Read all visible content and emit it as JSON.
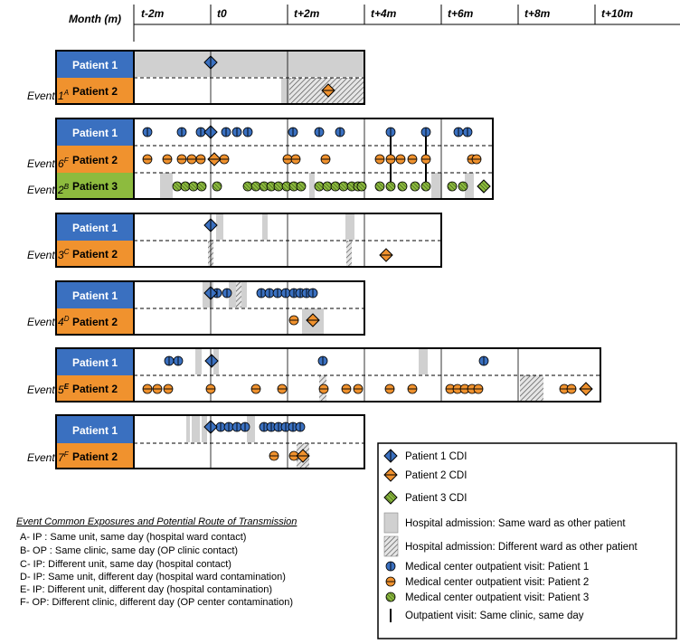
{
  "header": {
    "axis_label": "Month (m)",
    "ticks": [
      "t-2m",
      "t0",
      "t+2m",
      "t+4m",
      "t+6m",
      "t+8m",
      "t+10m"
    ]
  },
  "patients": {
    "p1": "Patient 1",
    "p2": "Patient 2",
    "p3": "Patient 3"
  },
  "colors": {
    "patient1": "#3a70c0",
    "patient2": "#f0922e",
    "patient3": "#8dbb3e",
    "admission_gray": "#cfcfcf"
  },
  "events": [
    {
      "label": "Event 1",
      "sup": "A"
    },
    {
      "label": "Event 6",
      "sup": "F"
    },
    {
      "label": "Event 2",
      "sup": "B"
    },
    {
      "label": "Event 3",
      "sup": "C"
    },
    {
      "label": "Event 4",
      "sup": "D"
    },
    {
      "label": "Event 5",
      "sup": "E"
    },
    {
      "label": "Event 7",
      "sup": "F"
    }
  ],
  "notes": {
    "title": "Event Common Exposures and Potential Route of Transmission",
    "items": [
      "A- IP : Same unit, same day (hospital ward contact)",
      "B- OP : Same clinic, same day (OP clinic contact)",
      "C- IP: Different unit, same day (hospital contact)",
      "D- IP: Same unit, different day (hospital ward contamination)",
      "E- IP: Different unit, different day (hospital contamination)",
      "F- OP: Different clinic, different day (OP center contamination)"
    ]
  },
  "legend": [
    {
      "icon": "patient1-cdi",
      "label": "Patient 1 CDI"
    },
    {
      "icon": "patient2-cdi",
      "label": "Patient 2 CDI"
    },
    {
      "icon": "patient3-cdi",
      "label": "Patient 3 CDI"
    },
    {
      "icon": "admission-same-ward",
      "label": "Hospital admission: Same ward as other patient"
    },
    {
      "icon": "admission-different-ward",
      "label": "Hospital admission: Different ward as other patient"
    },
    {
      "icon": "patient1-visit",
      "label": "Medical center outpatient visit: Patient 1"
    },
    {
      "icon": "patient2-visit",
      "label": "Medical center outpatient visit: Patient 2"
    },
    {
      "icon": "patient3-visit",
      "label": "Medical center outpatient visit: Patient 3"
    },
    {
      "icon": "same-clinic-line",
      "label": "Outpatient visit: Same clinic, same day"
    }
  ]
}
